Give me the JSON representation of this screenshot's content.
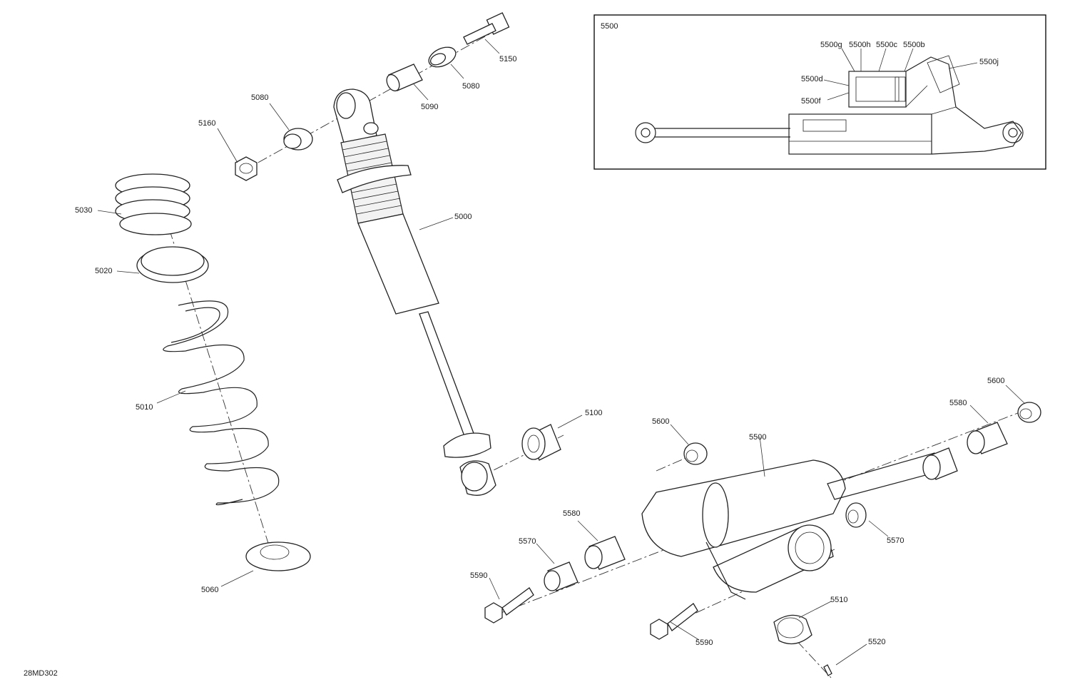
{
  "diagram": {
    "drawing_number": "28MD302",
    "inset": {
      "title": "5500",
      "callouts": [
        "5500g",
        "5500h",
        "5500c",
        "5500b",
        "5500j",
        "5500d",
        "5500f"
      ]
    },
    "callouts": {
      "c5150": "5150",
      "c5080_top": "5080",
      "c5090": "5090",
      "c5080_left": "5080",
      "c5160": "5160",
      "c5030": "5030",
      "c5020": "5020",
      "c5000": "5000",
      "c5010": "5010",
      "c5060": "5060",
      "c5100": "5100",
      "c5600_left": "5600",
      "c5500": "5500",
      "c5580_right": "5580",
      "c5600_right": "5600",
      "c5580_left": "5580",
      "c5570_left": "5570",
      "c5570_right": "5570",
      "c5590_left": "5590",
      "c5590_right": "5590",
      "c5510": "5510",
      "c5520": "5520"
    }
  }
}
